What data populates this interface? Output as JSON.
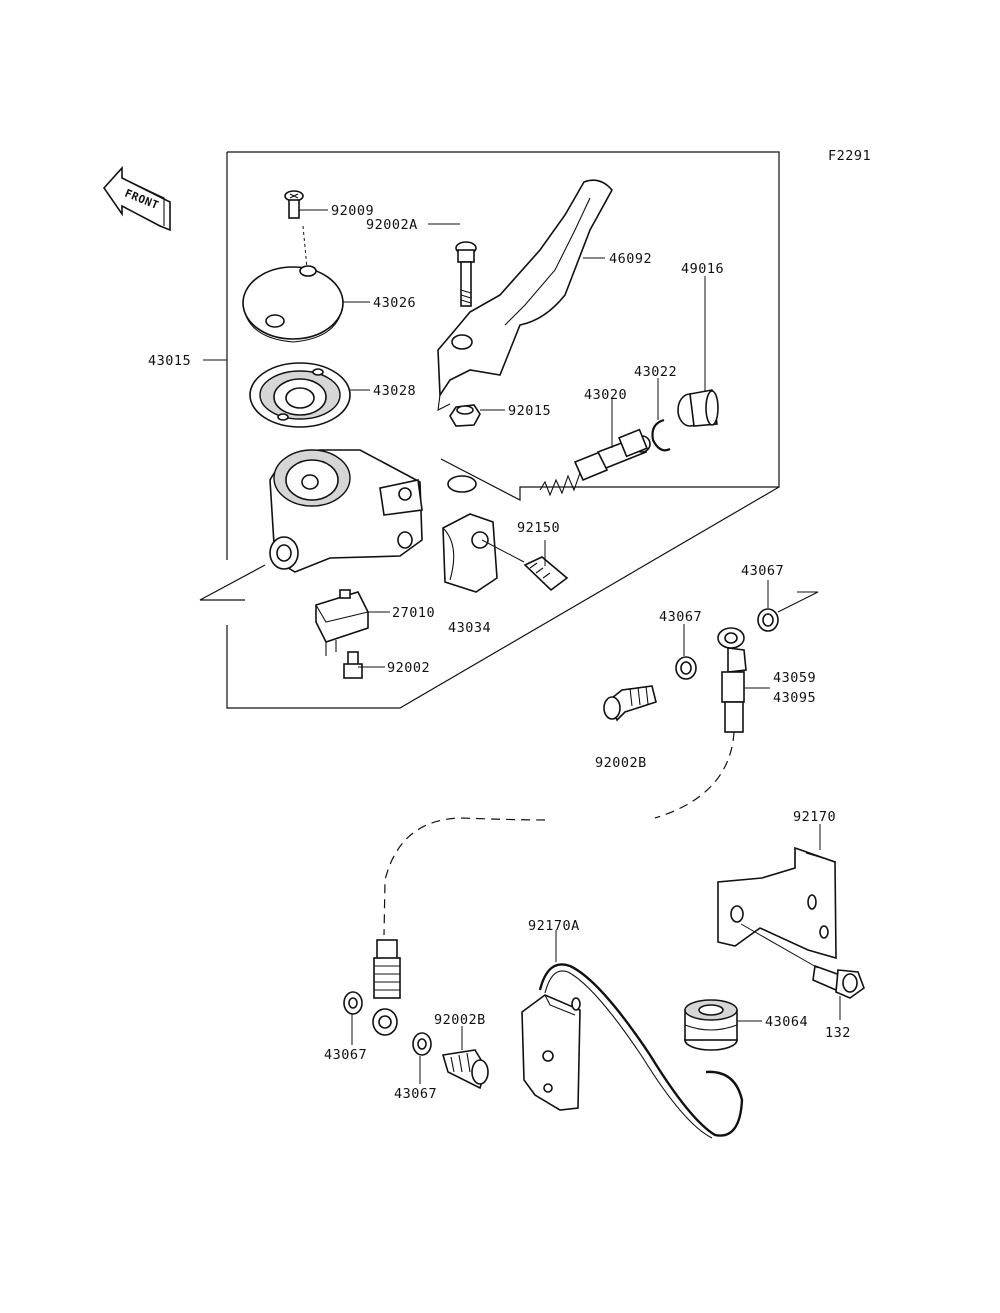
{
  "figure_code": "F2291",
  "front_arrow_label": "FRONT",
  "callouts": {
    "p92009": "92009",
    "p92002A": "92002A",
    "p46092": "46092",
    "p43026": "43026",
    "p43015": "43015",
    "p43028": "43028",
    "p92015": "92015",
    "p43020": "43020",
    "p43022": "43022",
    "p49016": "49016",
    "p92150": "92150",
    "p27010": "27010",
    "p43034": "43034",
    "p92002": "92002",
    "p43067_a": "43067",
    "p43067_b": "43067",
    "p43059": "43059",
    "p43095": "43095",
    "p92002B_a": "92002B",
    "p92170": "92170",
    "p92170A": "92170A",
    "p43067_c": "43067",
    "p92002B_b": "92002B",
    "p43064": "43064",
    "p132": "132",
    "p43067_d": "43067"
  }
}
